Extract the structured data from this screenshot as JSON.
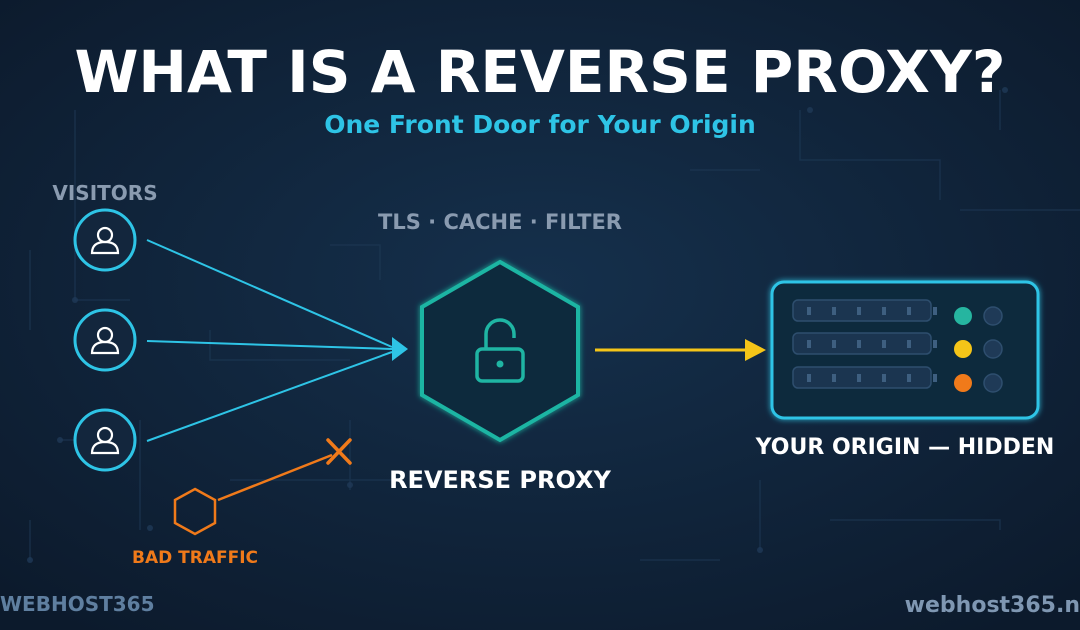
{
  "header": {
    "title": "WHAT IS A REVERSE PROXY?",
    "subtitle": "One Front Door for Your Origin"
  },
  "visitors": {
    "label": "VISITORS",
    "count": 3
  },
  "proxy": {
    "features_label": "TLS · CACHE · FILTER",
    "label": "REVERSE PROXY"
  },
  "bad_traffic": {
    "label": "BAD TRAFFIC"
  },
  "origin": {
    "label": "YOUR ORIGIN — HIDDEN",
    "status_colors": [
      "#26b5a0",
      "#f5c518",
      "#f07a1a"
    ]
  },
  "footer": {
    "brand_left": "WEBHOST365",
    "brand_right": "webhost365.n"
  },
  "colors": {
    "background": "#0f1f33",
    "cyan": "#2ec4e6",
    "teal": "#1fb5a3",
    "yellow": "#f5c518",
    "orange": "#f07a1a",
    "title": "#ffffff",
    "muted": "#8a9bb0"
  }
}
